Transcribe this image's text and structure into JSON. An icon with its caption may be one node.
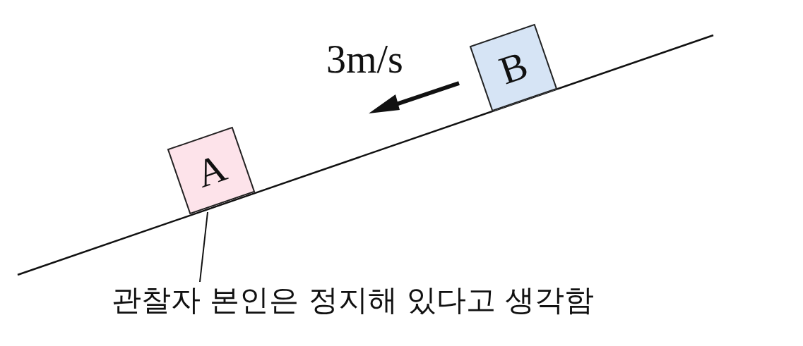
{
  "diagram": {
    "nodes": [
      {
        "text": [
          "A"
        ]
      },
      {
        "text": [
          "B"
        ]
      },
      {
        "text": [
          "관찰자 본인은 정지해 있다고 생각함"
        ]
      }
    ],
    "edges": [
      {
        "from": 2,
        "to": 0,
        "arrow": "none"
      }
    ],
    "labels": [
      "3m/s"
    ]
  }
}
